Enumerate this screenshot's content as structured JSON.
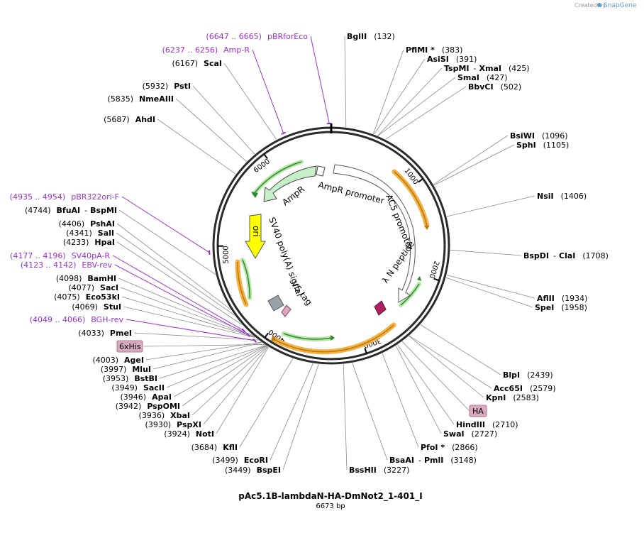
{
  "header": {
    "credit_prefix": "Created by",
    "credit_brand": "SnapGene"
  },
  "map": {
    "title": "pAc5.1B-lambdaN-HA-DmNot2_1-401_I",
    "length_label": "6673 bp",
    "total_bp": 6673
  },
  "ticks": [
    {
      "bp": 1000,
      "label": "1000"
    },
    {
      "bp": 2000,
      "label": "2000"
    },
    {
      "bp": 3000,
      "label": "3000"
    },
    {
      "bp": 4000,
      "label": "4000"
    },
    {
      "bp": 5000,
      "label": "5000"
    },
    {
      "bp": 6000,
      "label": "6000"
    }
  ],
  "enzymes": [
    {
      "name": "BglII",
      "pos": "(132)",
      "bp": 132
    },
    {
      "name": "PflMI *",
      "pos": "(383)",
      "bp": 383
    },
    {
      "name": "AsiSI",
      "pos": "(391)",
      "bp": 391
    },
    {
      "name": "TspMI",
      "sep": "-",
      "name2": "XmaI",
      "pos": "(425)",
      "bp": 425
    },
    {
      "name": "SmaI",
      "pos": "(427)",
      "bp": 427
    },
    {
      "name": "BbvCI",
      "pos": "(502)",
      "bp": 502
    },
    {
      "name": "BsiWI",
      "pos": "(1096)",
      "bp": 1096
    },
    {
      "name": "SphI",
      "pos": "(1105)",
      "bp": 1105
    },
    {
      "name": "NsiI",
      "pos": "(1406)",
      "bp": 1406
    },
    {
      "name": "BspDI",
      "sep": "-",
      "name2": "ClaI",
      "pos": "(1708)",
      "bp": 1708
    },
    {
      "name": "AflII",
      "pos": "(1934)",
      "bp": 1934
    },
    {
      "name": "SpeI",
      "pos": "(1958)",
      "bp": 1958
    },
    {
      "name": "BlpI",
      "pos": "(2439)",
      "bp": 2439
    },
    {
      "name": "Acc65I",
      "pos": "(2579)",
      "bp": 2579
    },
    {
      "name": "KpnI",
      "pos": "(2583)",
      "bp": 2583
    },
    {
      "name": "HindIII",
      "pos": "(2710)",
      "bp": 2710
    },
    {
      "name": "SwaI",
      "pos": "(2727)",
      "bp": 2727
    },
    {
      "name": "PfoI *",
      "pos": "(2866)",
      "bp": 2866
    },
    {
      "name": "BsaAI",
      "sep": "-",
      "name2": "PmlI",
      "pos": "(3148)",
      "bp": 3148
    },
    {
      "name": "BssHII",
      "pos": "(3227)",
      "bp": 3227
    },
    {
      "name": "BspEI",
      "pos": "(3449)",
      "bp": 3449
    },
    {
      "name": "EcoRI",
      "pos": "(3499)",
      "bp": 3499
    },
    {
      "name": "KflI",
      "pos": "(3684)",
      "bp": 3684
    },
    {
      "name": "NotI",
      "pos": "(3924)",
      "bp": 3924
    },
    {
      "name": "PspXI",
      "pos": "(3930)",
      "bp": 3930
    },
    {
      "name": "XbaI",
      "pos": "(3936)",
      "bp": 3936
    },
    {
      "name": "PspOMI",
      "pos": "(3942)",
      "bp": 3942
    },
    {
      "name": "ApaI",
      "pos": "(3946)",
      "bp": 3946
    },
    {
      "name": "SacII",
      "pos": "(3949)",
      "bp": 3949
    },
    {
      "name": "BstBI",
      "pos": "(3953)",
      "bp": 3953
    },
    {
      "name": "MluI",
      "pos": "(3997)",
      "bp": 3997
    },
    {
      "name": "AgeI",
      "pos": "(4003)",
      "bp": 4003
    },
    {
      "name": "PmeI",
      "pos": "(4033)",
      "bp": 4033
    },
    {
      "name": "StuI",
      "pos": "(4069)",
      "bp": 4069
    },
    {
      "name": "Eco53kI",
      "pos": "(4075)",
      "bp": 4075
    },
    {
      "name": "SacI",
      "pos": "(4077)",
      "bp": 4077
    },
    {
      "name": "BamHI",
      "pos": "(4098)",
      "bp": 4098
    },
    {
      "name": "HpaI",
      "pos": "(4233)",
      "bp": 4233
    },
    {
      "name": "SalI",
      "pos": "(4341)",
      "bp": 4341
    },
    {
      "name": "PshAI",
      "pos": "(4406)",
      "bp": 4406
    },
    {
      "name": "BfuAI",
      "sep": "-",
      "name2": "BspMI",
      "pos": "(4744)",
      "bp": 4744
    },
    {
      "name": "AhdI",
      "pos": "(5687)",
      "bp": 5687
    },
    {
      "name": "NmeAIII",
      "pos": "(5835)",
      "bp": 5835
    },
    {
      "name": "PstI",
      "pos": "(5932)",
      "bp": 5932
    },
    {
      "name": "ScaI",
      "pos": "(6167)",
      "bp": 6167
    }
  ],
  "primers": [
    {
      "range": "(6647 .. 6665)",
      "name": "pBRforEco"
    },
    {
      "range": "(6237 .. 6256)",
      "name": "Amp-R"
    },
    {
      "range": "(4935 .. 4954)",
      "name": "pBR322ori-F"
    },
    {
      "range": "(4177 .. 4196)",
      "name": "SV40pA-R"
    },
    {
      "range": "(4123 .. 4142)",
      "name": "EBV-rev"
    },
    {
      "range": "(4049 .. 4066)",
      "name": "BGH-rev"
    }
  ],
  "tags": [
    {
      "label": "6xHis"
    },
    {
      "label": "HA"
    }
  ],
  "features": [
    {
      "label": "AmpR promoter"
    },
    {
      "label": "AmpR"
    },
    {
      "label": "AC5 promoter"
    },
    {
      "label": "ori"
    },
    {
      "label": "SV40 poly(A) signal"
    },
    {
      "label": "V5 tag"
    },
    {
      "label": "λ N peptide"
    }
  ],
  "colors": {
    "primer": "#9b30d0",
    "ampr_fill": "#c8f0c8",
    "ori_fill": "#ffff00",
    "orf_orange": "#f5b041",
    "orf_green": "#5cb85c",
    "tag_fill": "#d9a9bf",
    "polyA_fill": "#9aa0a8",
    "lambda_fill": "#b02060"
  }
}
